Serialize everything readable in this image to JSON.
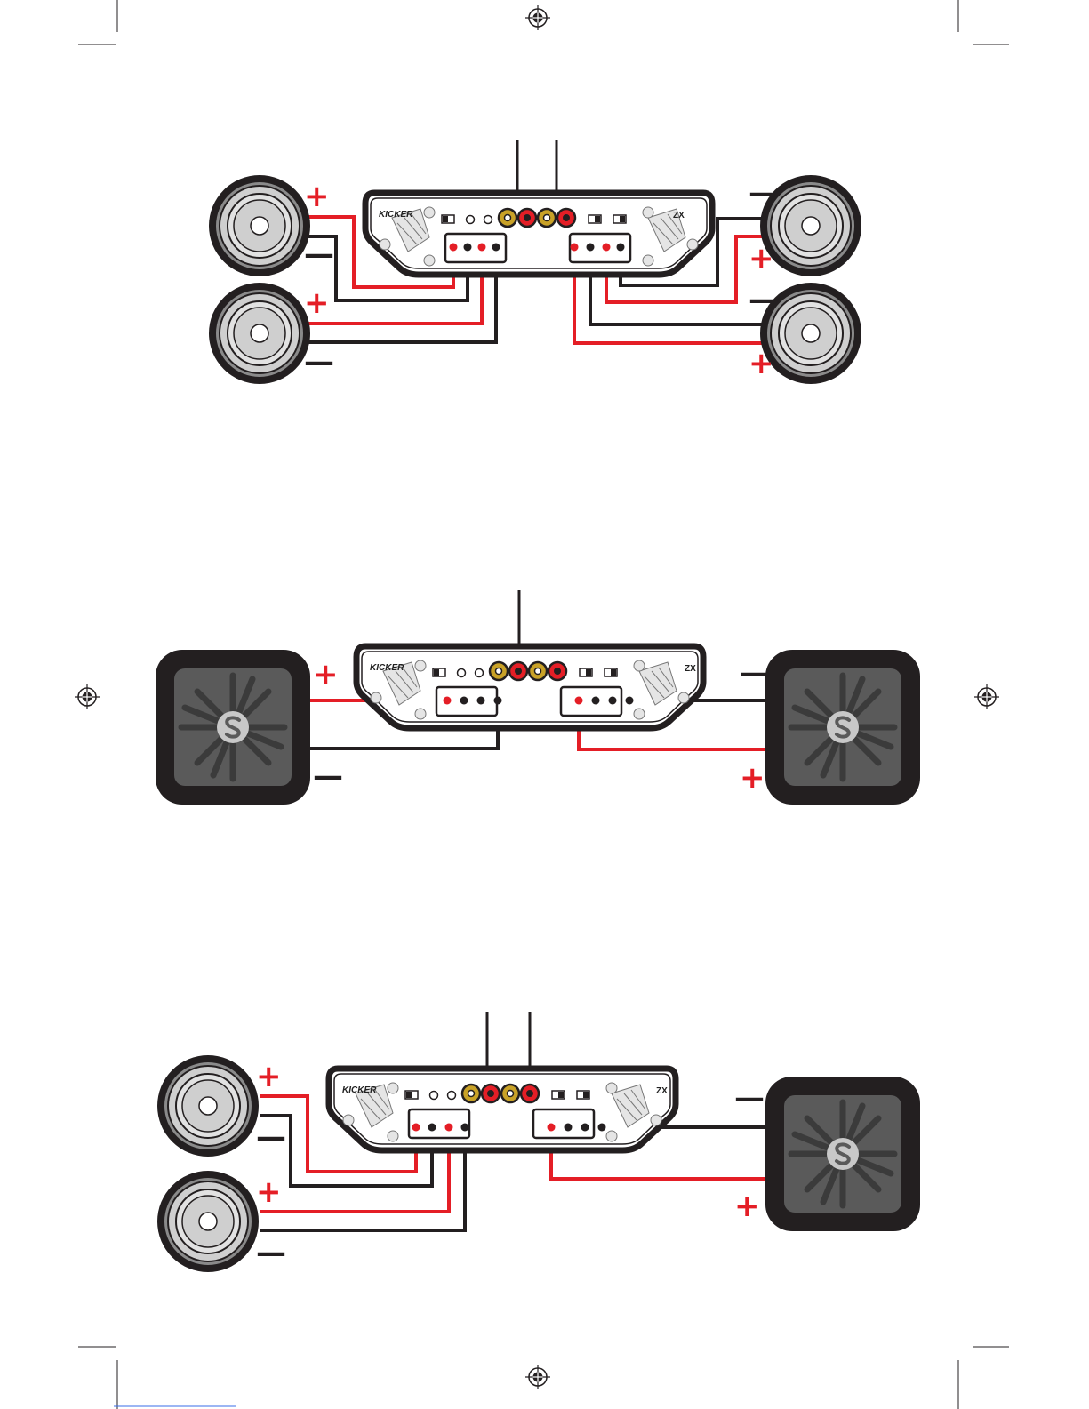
{
  "document": {
    "type": "amplifier wiring diagrams"
  },
  "colors": {
    "positive_wire": "#e41e26",
    "negative_wire": "#231f20",
    "rca_gold": "#c9a227",
    "speaker_grey": "#cfcfcf",
    "sub_face": "#555555"
  },
  "amplifier": {
    "brand_label": "KICKER",
    "model_label": "ZX"
  },
  "polarity": {
    "positive": "+",
    "negative": "—"
  },
  "diagrams": [
    {
      "id": "four-channel-coaxial",
      "rca_inputs": 2,
      "left_speakers": [
        "coaxial-speaker",
        "coaxial-speaker"
      ],
      "right_speakers": [
        "coaxial-speaker",
        "coaxial-speaker"
      ]
    },
    {
      "id": "two-channel-bridged-subwoofers",
      "rca_inputs": 1,
      "left_speakers": [
        "square-subwoofer"
      ],
      "right_speakers": [
        "square-subwoofer"
      ]
    },
    {
      "id": "three-channel-mixed",
      "rca_inputs": 2,
      "left_speakers": [
        "coaxial-speaker",
        "coaxial-speaker"
      ],
      "right_speakers": [
        "square-subwoofer"
      ]
    }
  ],
  "print_marks": {
    "registration": "registration-mark-icon",
    "crop": "crop-mark"
  }
}
